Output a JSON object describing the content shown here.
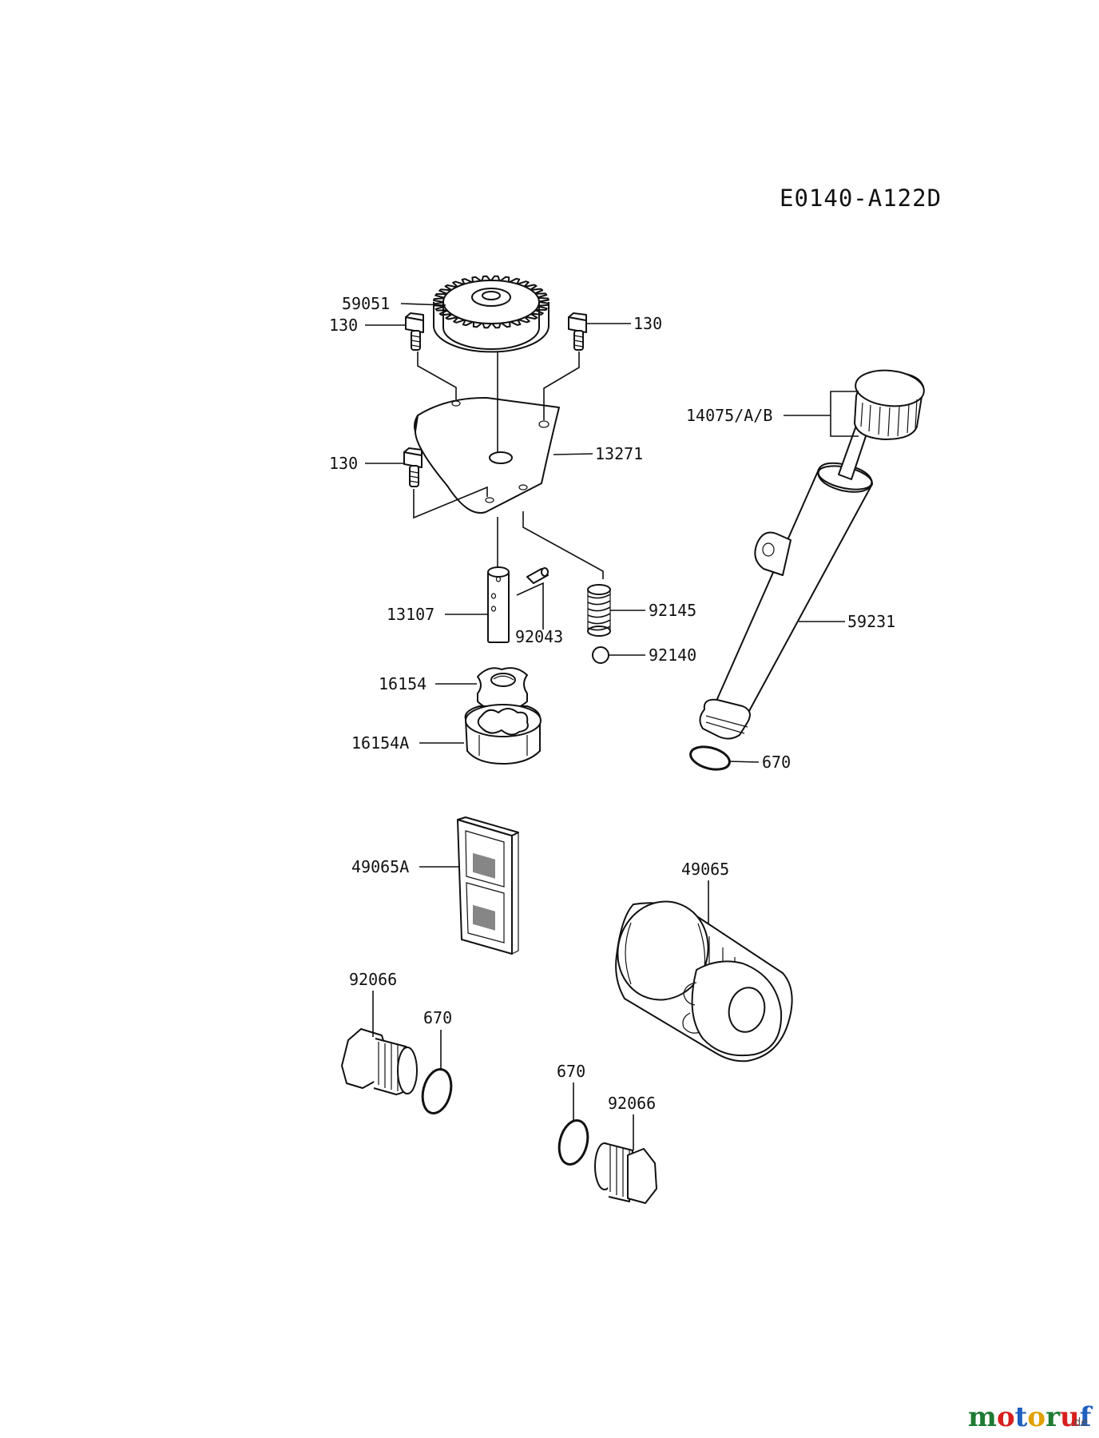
{
  "diagram_code": "E0140-A122D",
  "labels": {
    "gear": "59051",
    "bolt_top_left": "130",
    "bolt_top_right": "130",
    "bolt_mid_left": "130",
    "plate": "13271",
    "dipstick": "14075/A/B",
    "shaft": "13107",
    "pin": "92043",
    "spring": "92145",
    "ball": "92140",
    "filler_tube": "59231",
    "inner_rotor": "16154",
    "outer_rotor": "16154A",
    "oring_tube": "670",
    "strainer": "49065A",
    "oil_filter": "49065",
    "drain_plug_left": "92066",
    "oring_left": "670",
    "oring_right": "670",
    "drain_plug_right": "92066"
  },
  "watermark": {
    "brand": "motoruf",
    "tld": ".de",
    "colors": [
      "#1e7b34",
      "#d81e1e",
      "#1f5fbf",
      "#e0a100",
      "#1e7b34",
      "#d81e1e",
      "#1f5fbf"
    ]
  }
}
